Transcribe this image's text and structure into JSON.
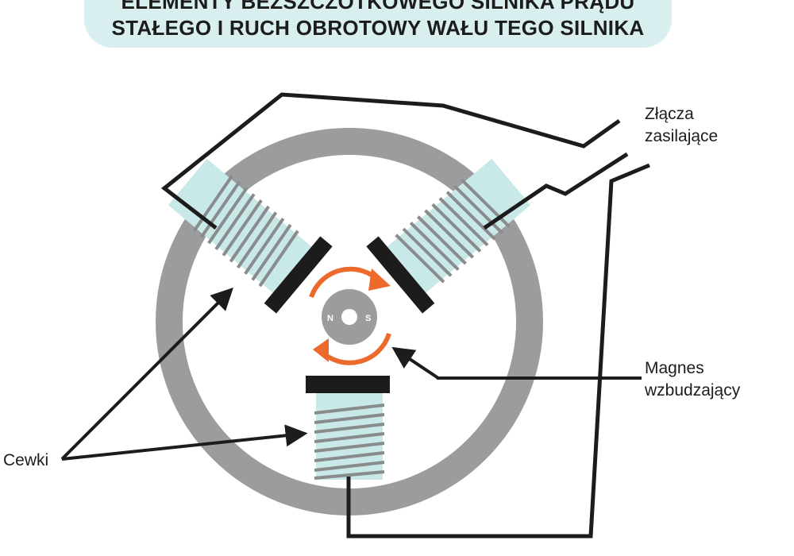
{
  "title": {
    "line1": "ELEMENTY BEZSZCZOTKOWEGO SILNIKA PRĄDU",
    "line2": "STAŁEGO I RUCH OBROTOWY WAŁU TEGO SILNIKA"
  },
  "labels": {
    "power_connectors": [
      "Złącza",
      "zasilające"
    ],
    "excitation_magnet": [
      "Magnes",
      "wzbudzający"
    ],
    "coils": "Cewki"
  },
  "magnet_poles": {
    "north": "N",
    "south": "S"
  },
  "colors": {
    "ring": "#9b9c9e",
    "coil_core": "#c9e9e9",
    "coil_winding": "#8a8b8d",
    "pole_shoe": "#1c1c1c",
    "wire": "#1c1c1c",
    "rotation_arrow": "#ec6a2c",
    "magnet": "#9b9c9e",
    "banner": "#d9efef"
  }
}
